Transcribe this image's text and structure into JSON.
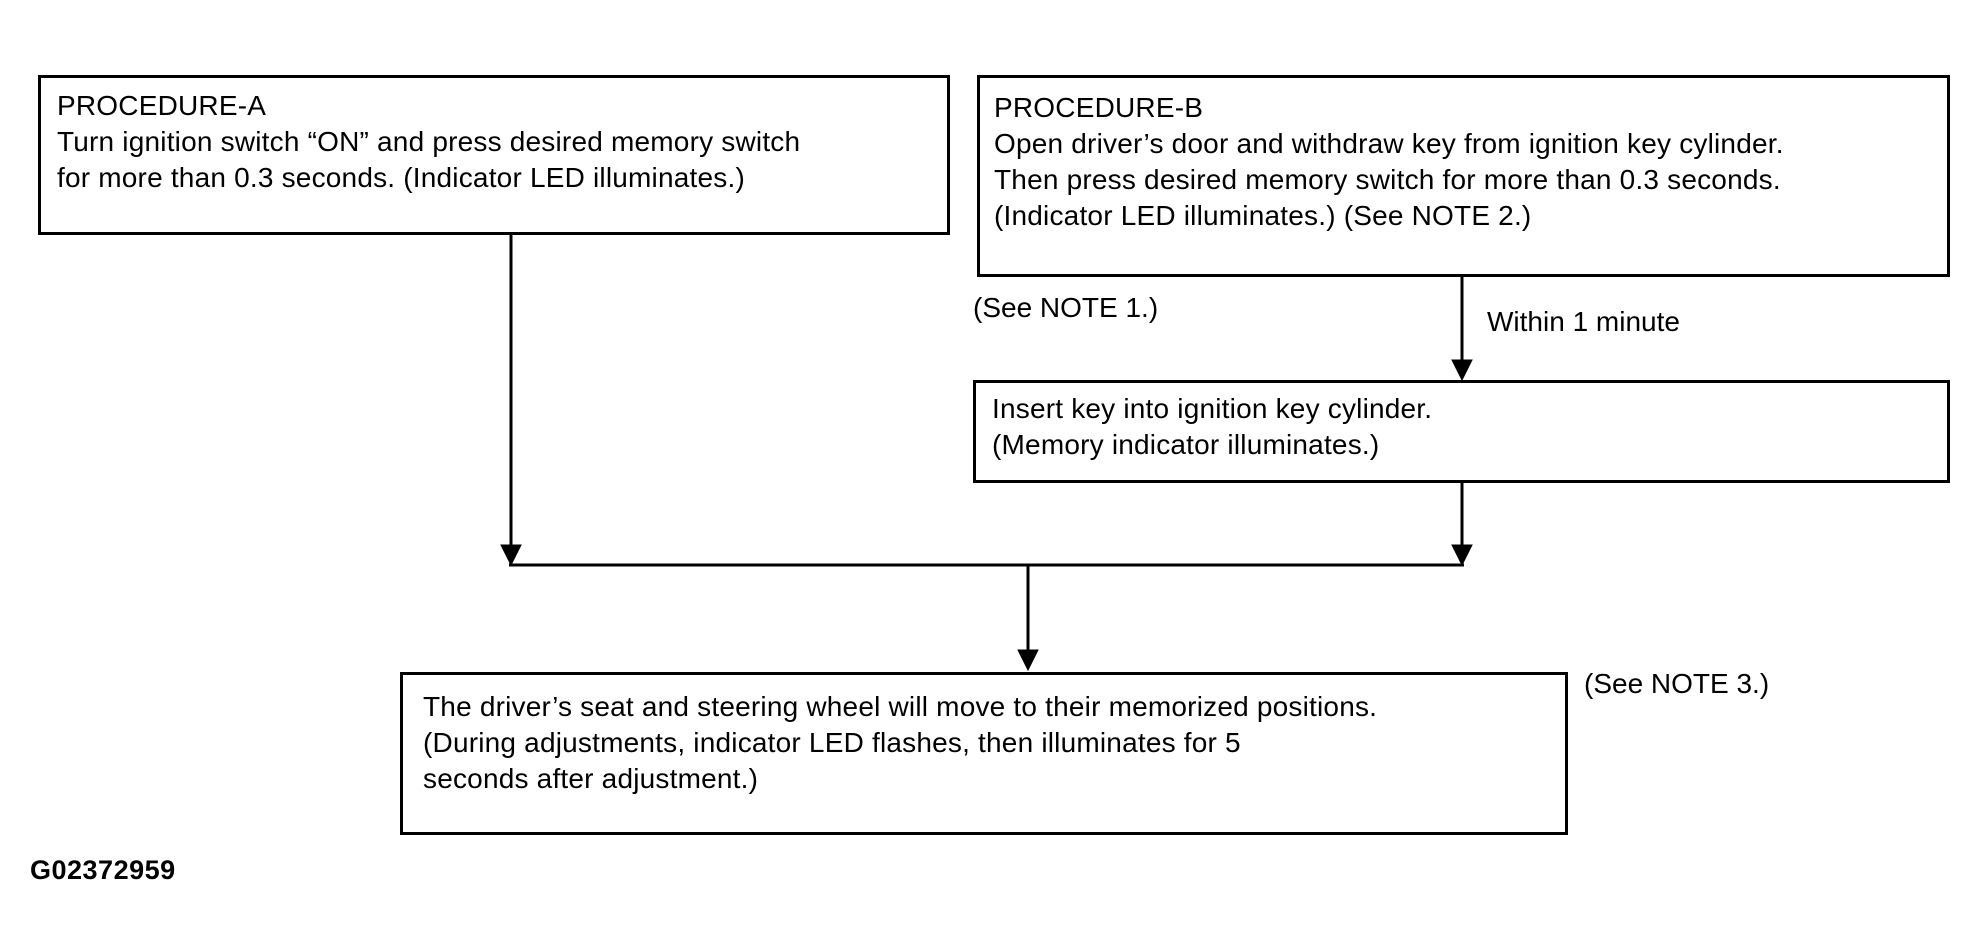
{
  "figure_id": "G02372959",
  "colors": {
    "ink": "#000000",
    "background": "#ffffff"
  },
  "boxes": {
    "procedure_a": {
      "lines": [
        "PROCEDURE-A",
        "Turn ignition switch “ON” and press desired memory switch",
        "for more than 0.3 seconds. (Indicator LED illuminates.)"
      ]
    },
    "procedure_b": {
      "lines": [
        "PROCEDURE-B",
        "Open driver’s door and withdraw key from ignition key cylinder.",
        "Then press desired memory switch for more than 0.3 seconds.",
        "(Indicator LED illuminates.) (See NOTE 2.)"
      ]
    },
    "insert_key": {
      "lines": [
        "Insert key into ignition key cylinder.",
        "(Memory indicator illuminates.)"
      ]
    },
    "result": {
      "lines": [
        "The driver’s seat and steering wheel will move to their memorized positions.",
        "(During adjustments, indicator LED flashes, then illuminates for 5",
        "seconds after adjustment.)"
      ]
    }
  },
  "labels": {
    "see_note_1": "(See NOTE 1.)",
    "within_1_minute": "Within 1 minute",
    "see_note_3": "(See NOTE 3.)"
  }
}
